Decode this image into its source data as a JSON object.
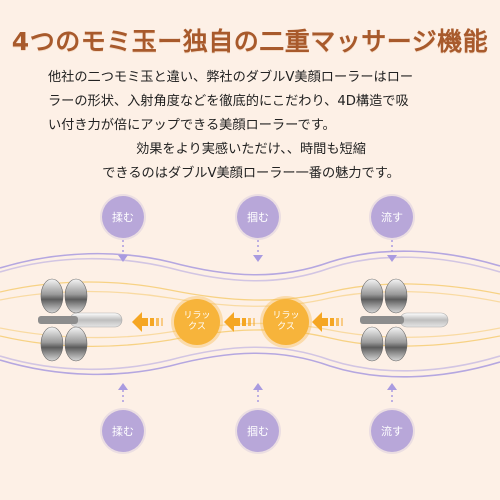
{
  "title": "4つのモミ玉ー独自の二重マッサージ機能",
  "description": {
    "line1": "他社の二つモミ玉と違い、弊社のダブルV美顔ローラーはロー",
    "line2": "ラーの形状、入射角度などを徹底的にこだわり、4D構造で吸",
    "line3": "い付き力が倍にアップできる美顔ローラーです。",
    "line4": "効果をより実感いただけ、、時間も短縮",
    "line5": "できるのはダブルV美顔ローラー一番の魅力です。"
  },
  "top_labels": [
    "揉む",
    "掴む",
    "流す"
  ],
  "bottom_labels": [
    "揉む",
    "掴む",
    "流す"
  ],
  "relax_labels": [
    "リラックス",
    "リラックス"
  ],
  "colors": {
    "title": "#a85a2c",
    "bubble": "#b8a7d9",
    "relax": "#f7b43b",
    "arrow_orange": "#f5a623",
    "wave_purple": "#a99be0",
    "wave_gold": "#f7cf7a",
    "background": "#fdf0e6"
  }
}
